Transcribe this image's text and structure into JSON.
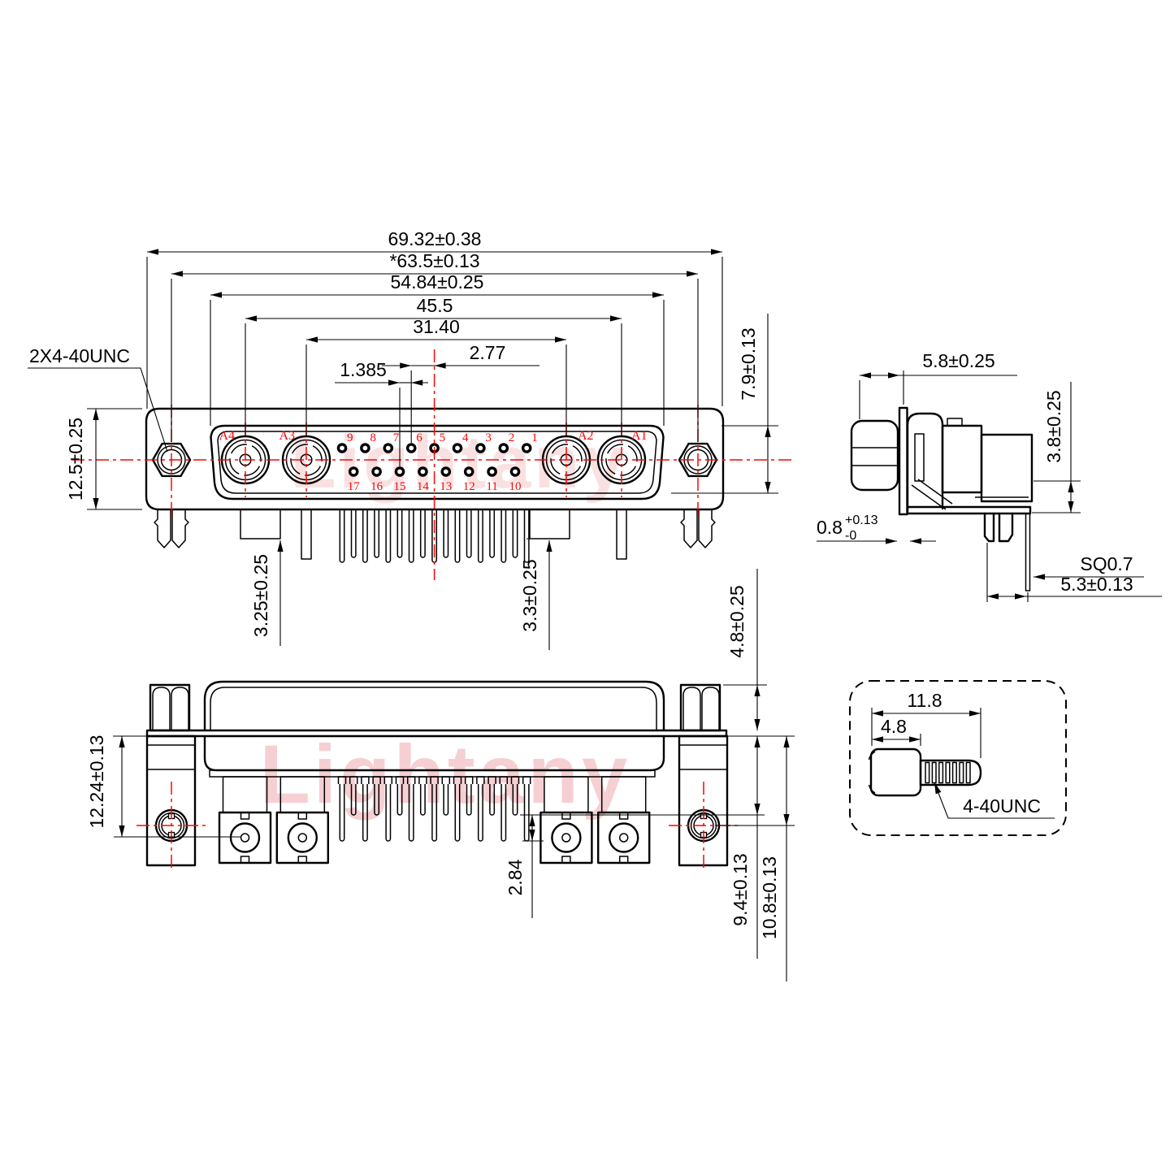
{
  "watermark": {
    "text": "Lightany"
  },
  "front_view": {
    "thread_label": "2X4-40UNC",
    "coax_labels": [
      "A4",
      "A3",
      "A2",
      "A1"
    ],
    "pins_top": [
      "9",
      "8",
      "7",
      "6",
      "5",
      "4",
      "3",
      "2",
      "1"
    ],
    "pins_bottom": [
      "17",
      "16",
      "15",
      "14",
      "13",
      "12",
      "11",
      "10"
    ],
    "dims": {
      "overall_width": "69.32±0.38",
      "jackscrew_span": "*63.5±0.13",
      "insert_width": "54.84±0.25",
      "coax_outer_span": "45.5",
      "coax_inner_span": "31.40",
      "pin_pitch": "2.77",
      "row_offset": "1.385",
      "flange_height": "12.5±0.25",
      "insert_height": "7.9±0.13",
      "left_tail_length": "3.25±0.25",
      "right_tail_length": "3.3±0.25"
    }
  },
  "side_view": {
    "dims": {
      "front_depth": "5.8±0.25",
      "bracket_height": "3.8±0.25",
      "flange_thickness_base": "0.8",
      "flange_thickness_plus": "+0.13",
      "flange_thickness_minus": "-0",
      "pin_square": "SQ0.7",
      "pin_offset": "5.3±0.13"
    }
  },
  "back_view": {
    "dims": {
      "mount_height": "12.24±0.13",
      "standoff_height": "4.8±0.25",
      "pin_row_stagger": "2.84",
      "pin_row_depth": "9.4±0.13",
      "jackscrew_depth": "10.8±0.13"
    }
  },
  "screw_detail": {
    "thread_label": "4-40UNC",
    "dims": {
      "overall_length": "11.8",
      "head_length": "4.8"
    }
  }
}
